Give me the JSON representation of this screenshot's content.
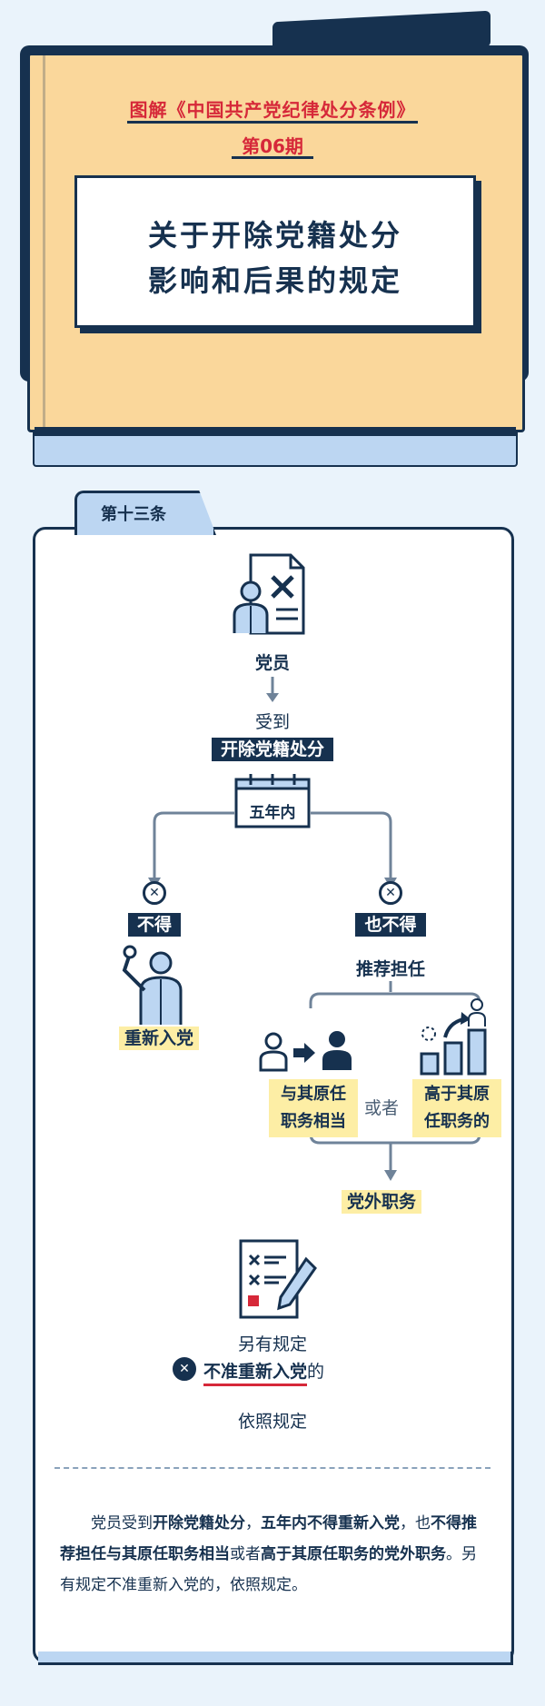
{
  "header": {
    "series_title": "图解《中国共产党纪律处分条例》",
    "issue": "第06期",
    "title_line1": "关于开除党籍处分",
    "title_line2": "影响和后果的规定"
  },
  "article": {
    "tab_label": "第十三条",
    "flow": {
      "member": "党员",
      "receives": "受到",
      "penalty": "开除党籍处分",
      "period": "五年内",
      "left_branch_label": "不得",
      "left_branch_result": "重新入党",
      "right_branch_label": "也不得",
      "right_branch_action": "推荐担任",
      "option_a": "与其原任职务相当",
      "or": "或者",
      "option_b": "高于其原任职务的",
      "right_branch_result": "党外职务",
      "other_rule": "另有规定",
      "no_rejoin": "不准重新入党",
      "no_rejoin_suffix": "的",
      "follow": "依照规定"
    },
    "paragraph": [
      {
        "text": "党员受到",
        "bold": false
      },
      {
        "text": "开除党籍处分",
        "bold": true
      },
      {
        "text": "，",
        "bold": false
      },
      {
        "text": "五年内不得重新入党",
        "bold": true
      },
      {
        "text": "，也",
        "bold": false
      },
      {
        "text": "不得推荐担任与其原任职务相当",
        "bold": true
      },
      {
        "text": "或者",
        "bold": false
      },
      {
        "text": "高于其原任职务的党外职务",
        "bold": true
      },
      {
        "text": "。另有规定不准重新入党的，依照规定。",
        "bold": false
      }
    ]
  },
  "colors": {
    "navy": "#16314f",
    "red": "#d62839",
    "folder": "#fad79b",
    "light_blue": "#bcd6f2",
    "highlight": "#fdeea5",
    "background": "#eaf3fb"
  }
}
